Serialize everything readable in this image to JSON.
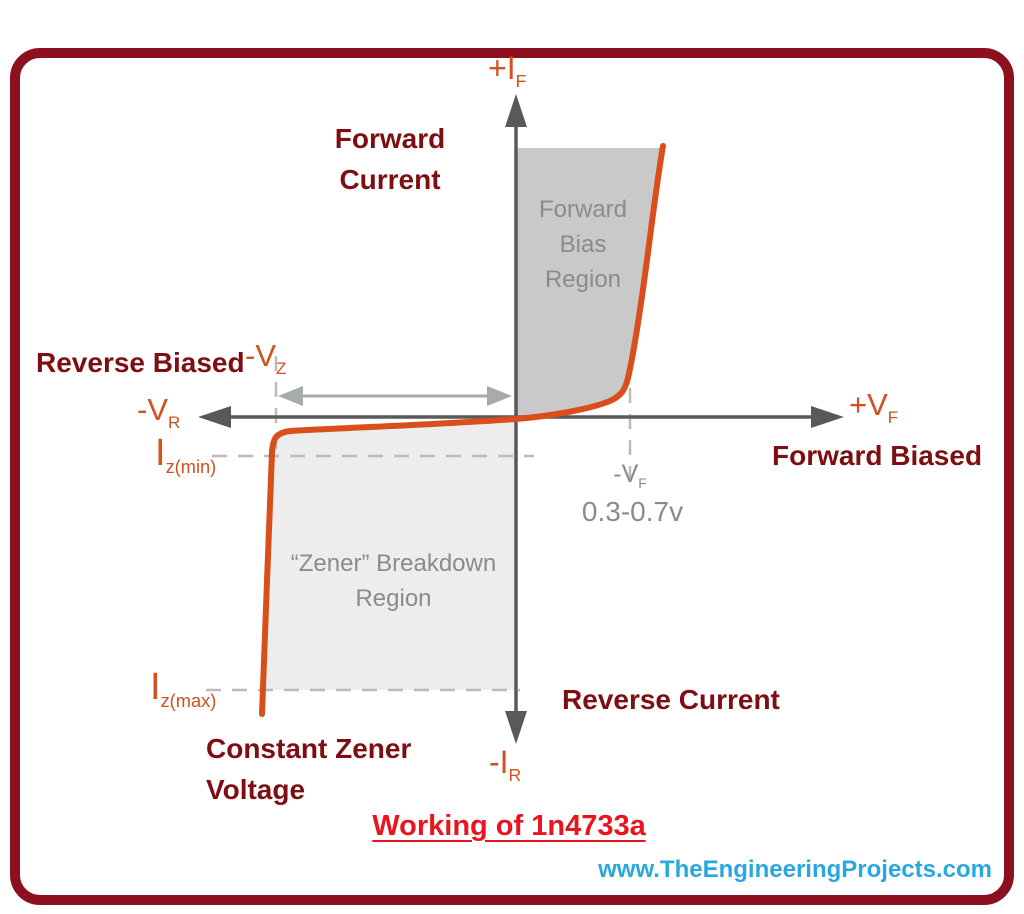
{
  "colors": {
    "frame": "#8c1020",
    "heading": "#7d0f12",
    "orange": "#d2511f",
    "curve": "#d94e1c",
    "gray-text": "#8b8b8b",
    "region-dark": "#c9c9ca",
    "region-light": "#ededee",
    "axis": "#58595b",
    "dash": "#b9bcbd",
    "double-arrow": "#a8abac",
    "title-red": "#e9141e",
    "website-blue": "#2ba7df"
  },
  "diagram": {
    "axis_labels": {
      "pos_if": {
        "main": "+I",
        "sub": "F"
      },
      "neg_ir": {
        "main": "-I",
        "sub": "R"
      },
      "neg_vr": {
        "main": "-V",
        "sub": "R"
      },
      "pos_vf": {
        "main": "+V",
        "sub": "F"
      },
      "neg_vz": {
        "main": "-V",
        "sub": "Z"
      },
      "neg_vf": {
        "main": "-V",
        "sub": "F"
      },
      "iz_min": {
        "main": "I",
        "sub": "z(min)"
      },
      "iz_max": {
        "main": "I",
        "sub": "z(max)"
      },
      "vf_drop": "0.3-0.7v"
    },
    "headings": {
      "forward_current_line1": "Forward",
      "forward_current_line2": "Current",
      "reverse_biased": "Reverse Biased",
      "forward_biased": "Forward Biased",
      "reverse_current": "Reverse Current",
      "constant_zener_line1": "Constant Zener",
      "constant_zener_line2": "Voltage"
    },
    "regions": {
      "forward_line1": "Forward",
      "forward_line2": "Bias",
      "forward_line3": "Region",
      "zener_line1": "“Zener” Breakdown",
      "zener_line2": "Region"
    },
    "title": "Working of 1n4733a",
    "website": "www.TheEngineeringProjects.com"
  }
}
